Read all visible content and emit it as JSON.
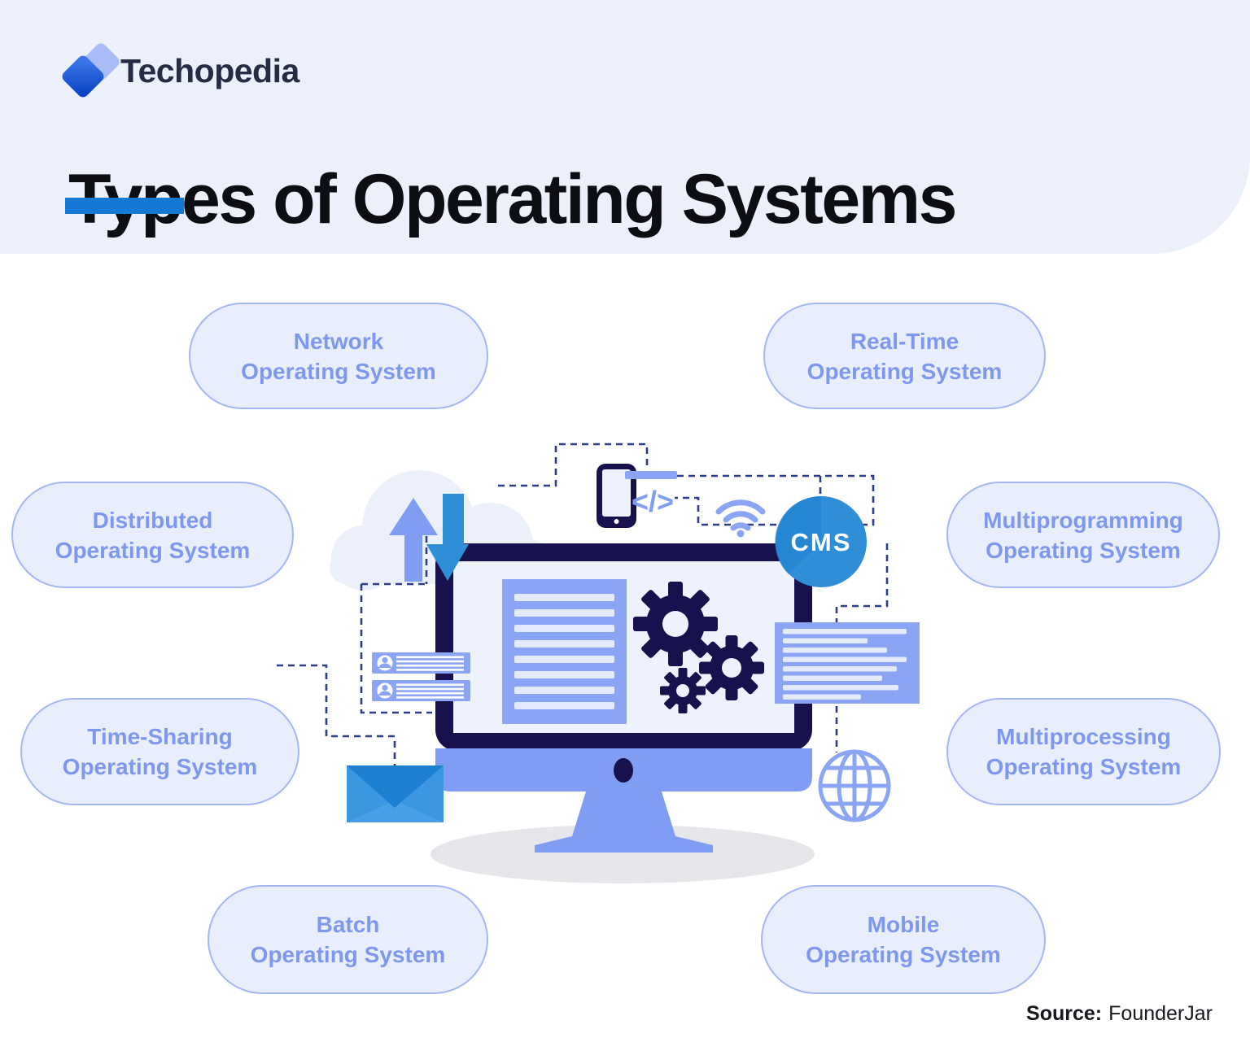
{
  "header": {
    "brand": "Techopedia",
    "title": "Types of Operating Systems"
  },
  "pills": [
    {
      "id": "network",
      "line1": "Network",
      "line2": "Operating System"
    },
    {
      "id": "real-time",
      "line1": "Real-Time",
      "line2": "Operating System"
    },
    {
      "id": "distributed",
      "line1": "Distributed",
      "line2": "Operating System"
    },
    {
      "id": "multiprogramming",
      "line1": "Multiprogramming",
      "line2": "Operating System"
    },
    {
      "id": "time-sharing",
      "line1": "Time-Sharing",
      "line2": "Operating System"
    },
    {
      "id": "multiprocessing",
      "line1": "Multiprocessing",
      "line2": "Operating System"
    },
    {
      "id": "batch",
      "line1": "Batch",
      "line2": "Operating System"
    },
    {
      "id": "mobile",
      "line1": "Mobile",
      "line2": "Operating System"
    }
  ],
  "illustration": {
    "cms_label": "CMS",
    "code_glyph": "</>",
    "icons": [
      "cloud-icon",
      "upload-arrow-icon",
      "download-arrow-icon",
      "smartphone-icon",
      "code-icon",
      "wifi-icon",
      "cms-badge",
      "monitor-icon",
      "document-icon",
      "gear-icon",
      "user-list-icon",
      "text-block-icon",
      "envelope-icon",
      "globe-icon"
    ]
  },
  "footer": {
    "source_label": "Source:",
    "source_value": "FounderJar"
  },
  "colors": {
    "page_bg": "#ffffff",
    "header_bg": "#ebf0fa",
    "title_color": "#0d0e13",
    "underline": "#1379d4",
    "brand_navy": "#262c44",
    "logo_front": "#1356d8",
    "logo_back": "#a9bcf7",
    "pill_bg": "#e9eefc",
    "pill_border": "#a5b7f1",
    "pill_text": "#7d98ee",
    "navy": "#17114e",
    "dash": "#2c3e85",
    "periwinkle": "#7f9df2",
    "periwinkle_light": "#8aa5f3",
    "line_light": "#e3eafc",
    "bright_blue": "#2f8ed8",
    "bright_blue_dark": "#1d80d1",
    "envelope_body": "#3b97e0",
    "envelope_bottom": "#49a0e5",
    "cloud": "#ecf0fb",
    "screen_bg": "#eef2fd",
    "shadow": "#e5e7ea",
    "source_text": "#16181d"
  }
}
